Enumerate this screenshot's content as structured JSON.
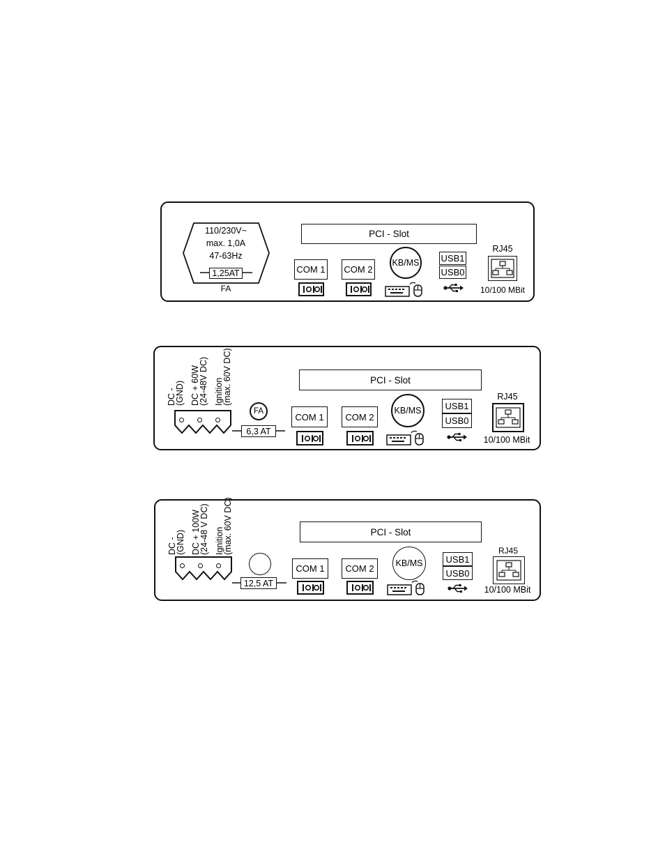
{
  "panels": [
    {
      "power": {
        "voltage": "110/230V~",
        "current": "max. 1,0A",
        "frequency": "47-63Hz",
        "fuse": "1,25AT",
        "fuse_type": "FA"
      },
      "pci": "PCI - Slot",
      "com1": "COM 1",
      "com2": "COM 2",
      "kbms": "KB/MS",
      "usb1": "USB1",
      "usb0": "USB0",
      "rj45": "RJ45",
      "lan": "10/100 MBit"
    },
    {
      "dc": {
        "gnd_line1": "DC -",
        "gnd_line2": "(GND)",
        "pos_line1": "DC +  60W",
        "pos_line2": "(24-48V DC)",
        "ign_line1": "Ignition",
        "ign_line2": "(max. 60V DC)"
      },
      "fuse_type": "FA",
      "fuse": "6,3 AT",
      "pci": "PCI - Slot",
      "com1": "COM 1",
      "com2": "COM 2",
      "kbms": "KB/MS",
      "usb1": "USB1",
      "usb0": "USB0",
      "rj45": "RJ45",
      "lan": "10/100 MBit"
    },
    {
      "dc": {
        "gnd_line1": "DC -",
        "gnd_line2": "(GND)",
        "pos_line1": "DC +  100W",
        "pos_line2": "(24-48 V DC)",
        "ign_line1": "Ignition",
        "ign_line2": "(max. 60V DC)"
      },
      "fuse": "12,5 AT",
      "pci": "PCI - Slot",
      "com1": "COM 1",
      "com2": "COM 2",
      "kbms": "KB/MS",
      "usb1": "USB1",
      "usb0": "USB0",
      "rj45": "RJ45",
      "lan": "10/100 MBit"
    }
  ]
}
